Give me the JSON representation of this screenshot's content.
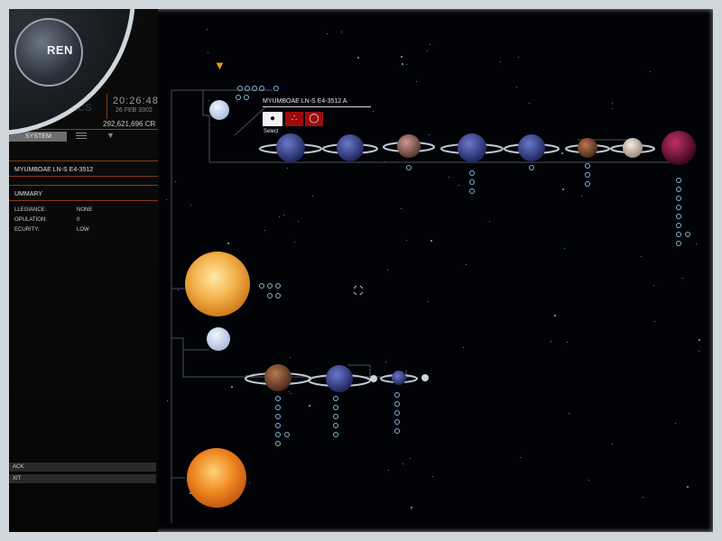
{
  "header": {
    "logo_text": "REN",
    "faded_title": "PHICS",
    "time": "20:26:48",
    "date": "26 FEB 3302",
    "credits": "292,621,696 CR"
  },
  "tabs": {
    "system_label": "SYSTEM",
    "list_icon": "list-icon",
    "marker_icon": "map-marker-icon"
  },
  "panel": {
    "system_name": "MYUMBOAE LN-S E4-3512",
    "summary_label": "UMMARY",
    "rows": [
      {
        "label": "LLEGIANCE:",
        "value": "NONE"
      },
      {
        "label": "OPULATION:",
        "value": "0"
      },
      {
        "label": "ECURITY:",
        "value": "LOW"
      }
    ],
    "back_label": "ACK",
    "exit_label": "XIT"
  },
  "popup": {
    "title": "MYUMBOAE LN-S E4-3512 A",
    "select_label": "Select",
    "select_icon": "map-pin-icon",
    "route_icon": "route-icon",
    "target_icon": "target-icon"
  },
  "colors": {
    "accent": "#8c3a14",
    "popup_button_red": "#9b0c0c",
    "frame": "#cfd6dc",
    "nav_marker": "#e89a1a"
  }
}
